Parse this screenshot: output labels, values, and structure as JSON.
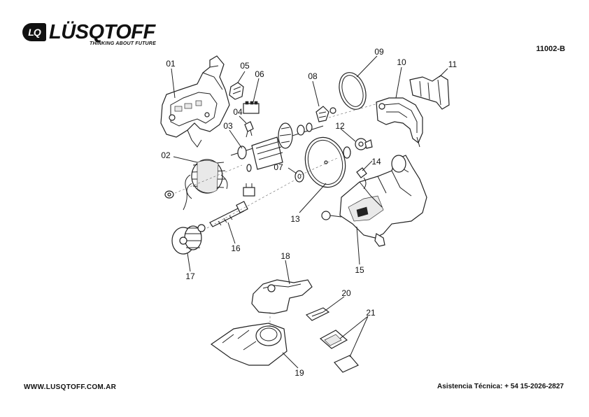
{
  "brand": {
    "name": "LÜSQTOFF",
    "mark": "LQ",
    "tagline": "THINKING ABOUT FUTURE"
  },
  "model_code": "11002-B",
  "footer": {
    "website": "WWW.LUSQTOFF.COM.AR",
    "support": "Asistencia Técnica: + 54 15-2026-2827"
  },
  "parts": [
    "01",
    "02",
    "03",
    "04",
    "05",
    "06",
    "07",
    "08",
    "09",
    "10",
    "11",
    "12",
    "13",
    "14",
    "15",
    "16",
    "17",
    "18",
    "19",
    "20",
    "21"
  ],
  "colors": {
    "ink": "#111111",
    "background": "#ffffff"
  }
}
